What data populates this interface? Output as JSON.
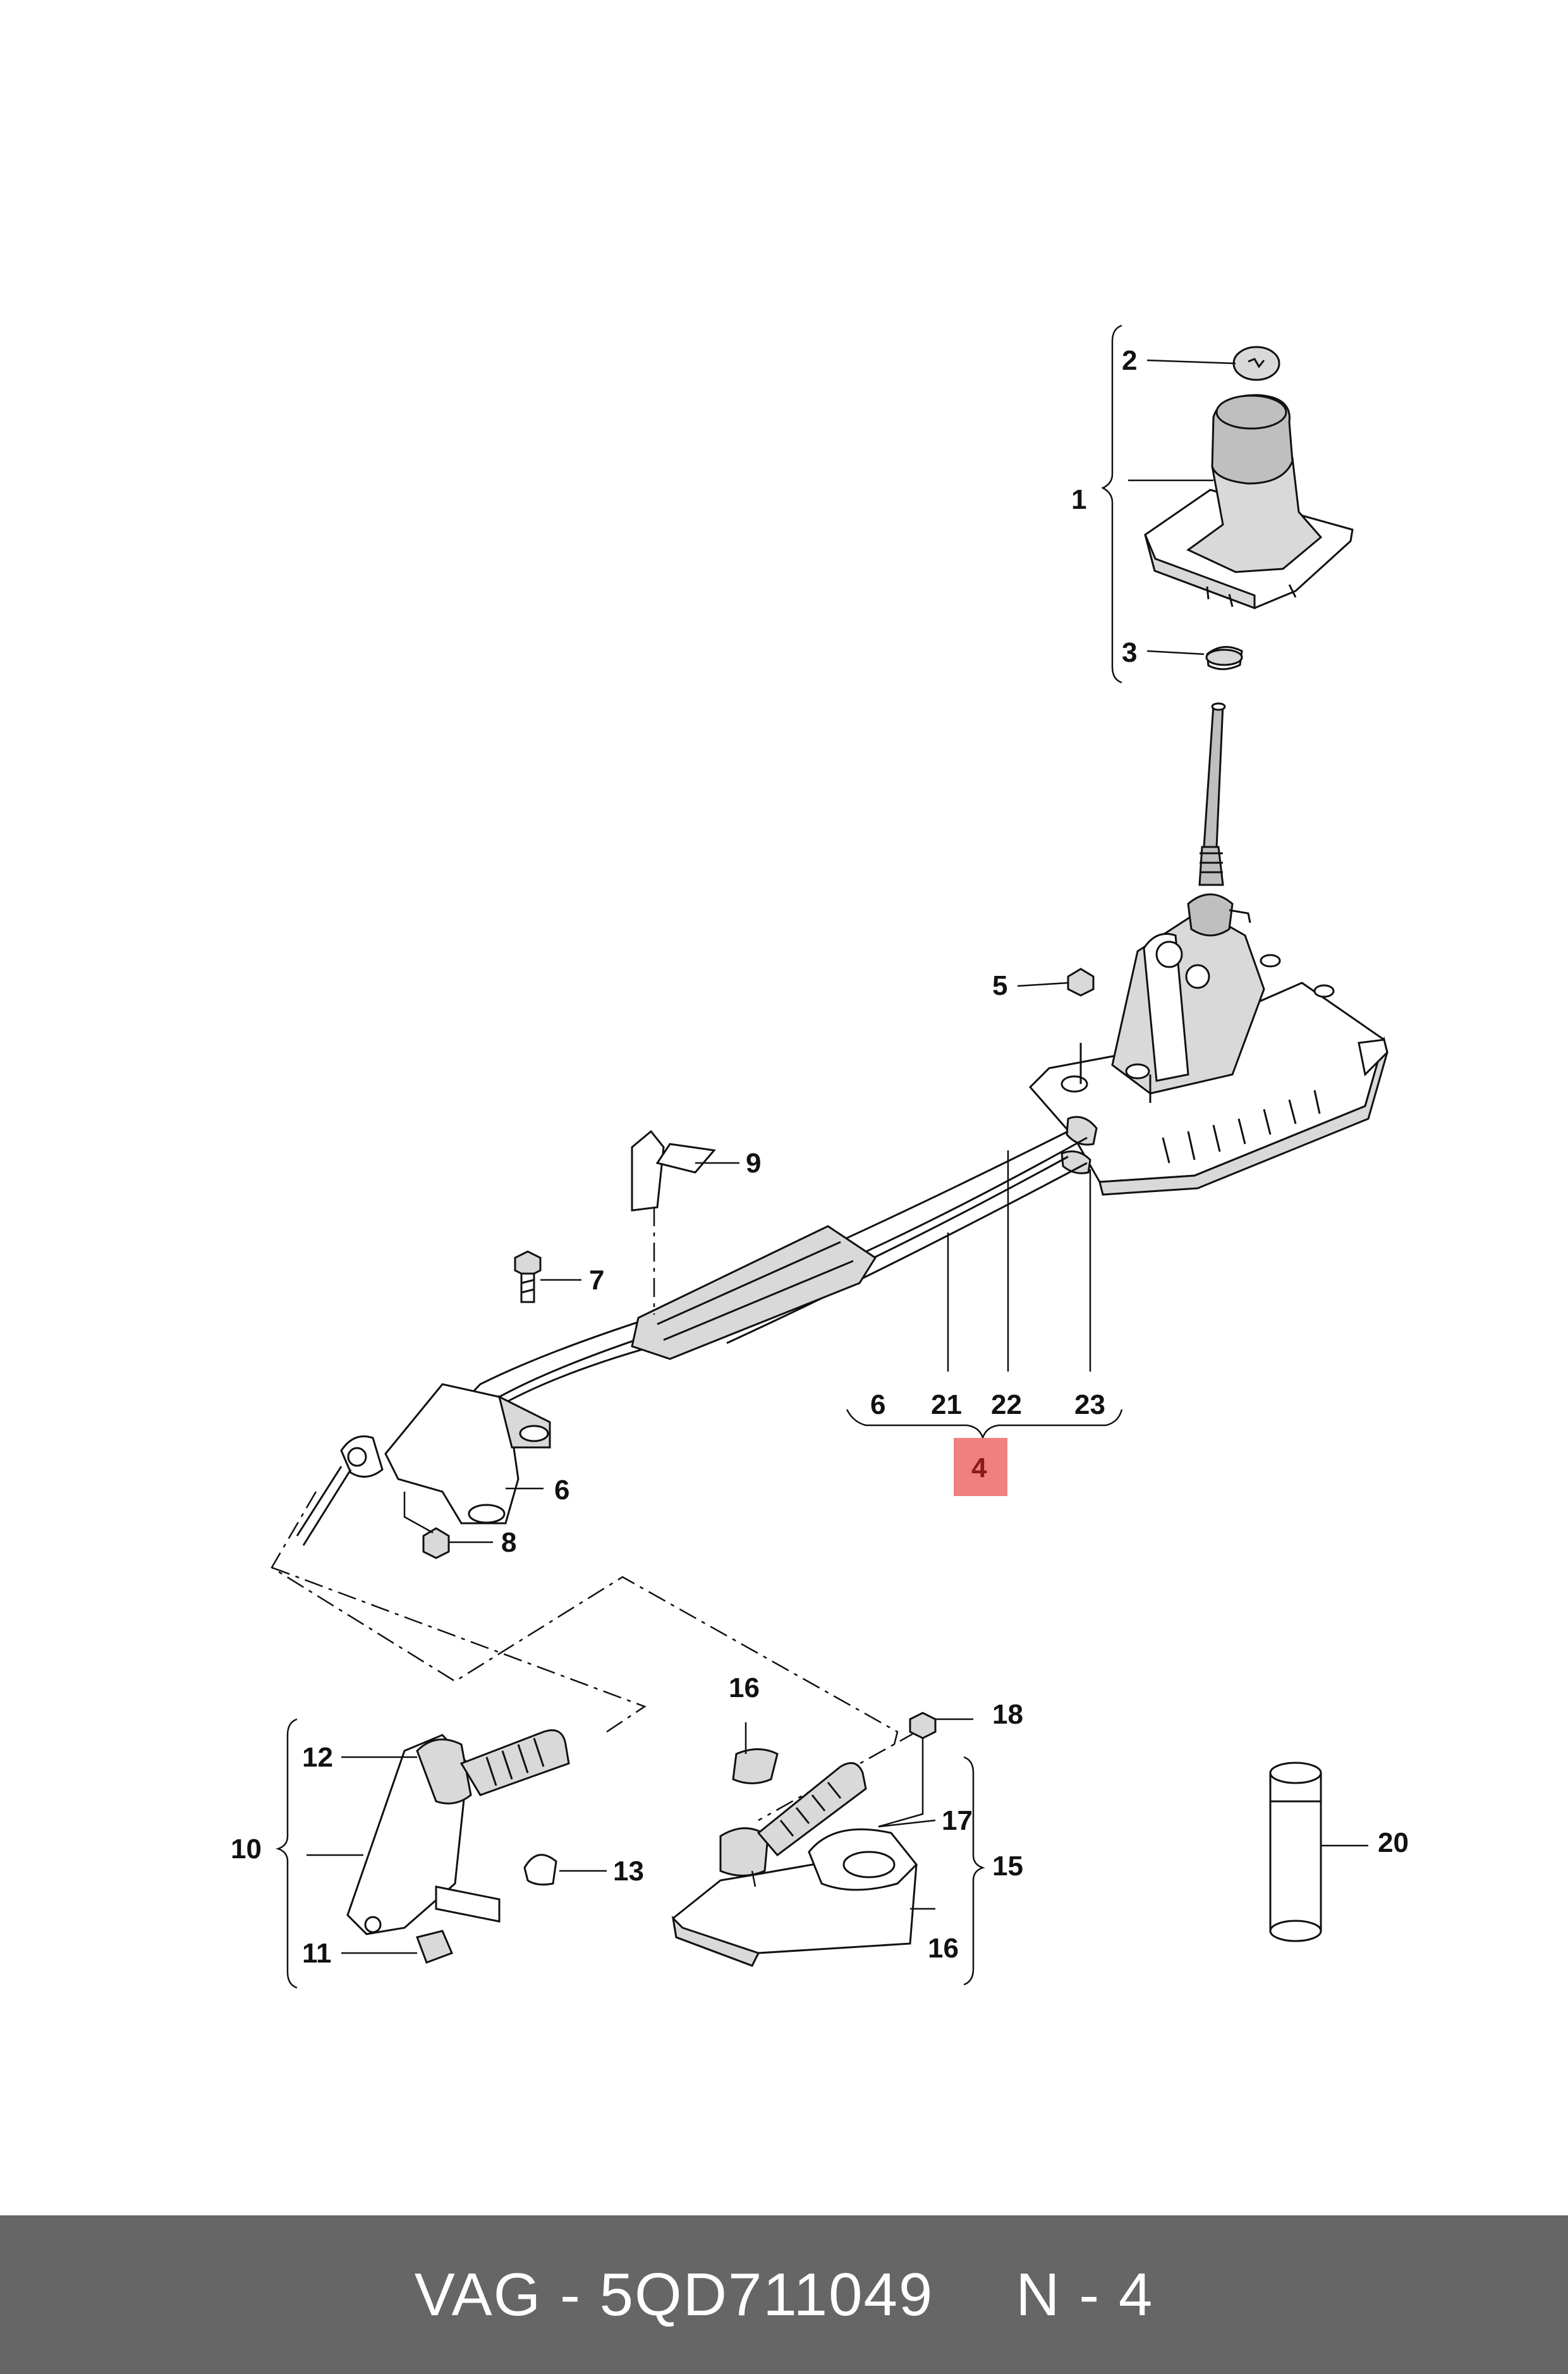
{
  "diagram": {
    "labels": {
      "p1": "1",
      "p2": "2",
      "p3": "3",
      "p4": "4",
      "p5": "5",
      "p6a": "6",
      "p6b": "6",
      "p7": "7",
      "p8": "8",
      "p9": "9",
      "p10": "10",
      "p11": "11",
      "p12": "12",
      "p13": "13",
      "p15": "15",
      "p16a": "16",
      "p16b": "16",
      "p17": "17",
      "p18": "18",
      "p20": "20",
      "p21": "21",
      "p22": "22",
      "p23": "23"
    },
    "highlighted_part": "4",
    "colors": {
      "highlight": "#f08080",
      "footer_bg": "#666666",
      "line": "#111111"
    }
  },
  "footer": {
    "part_label": "VAG - 5QD711049",
    "position_label": "N - 4"
  }
}
